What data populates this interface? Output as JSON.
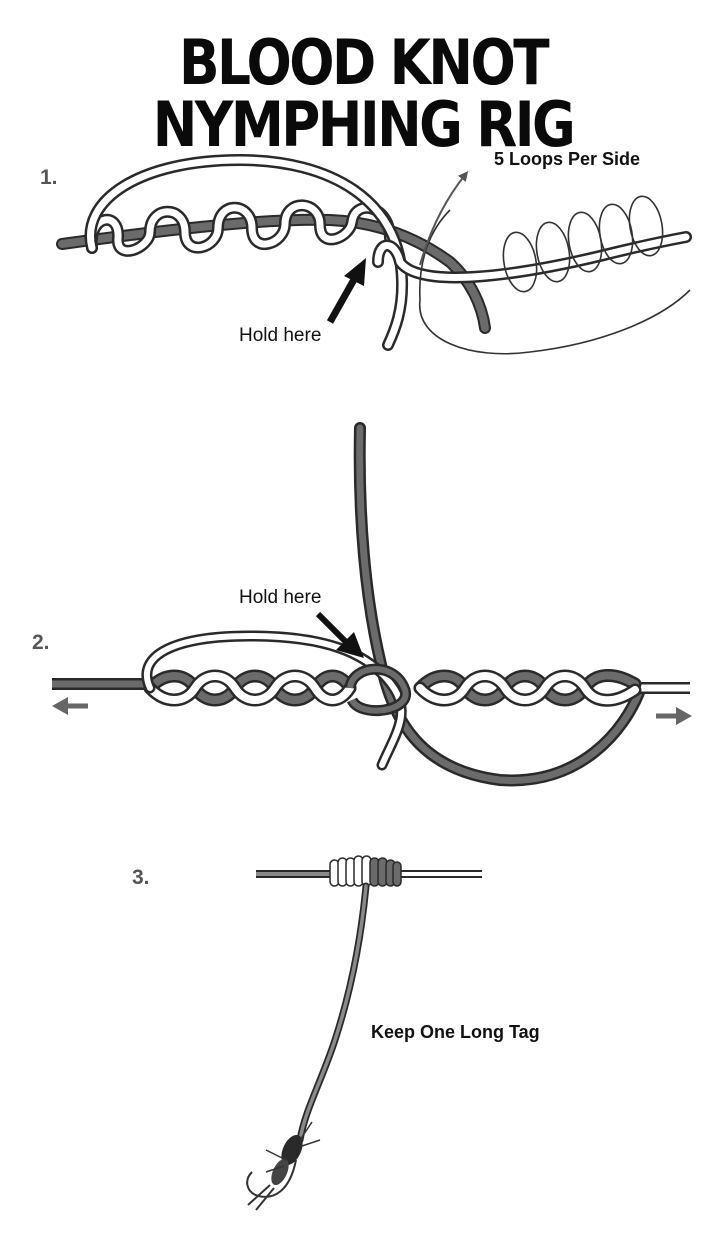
{
  "title": "BLOOD KNOT NYMPHING RIG",
  "steps": [
    {
      "number": "1.",
      "labels": [
        "Hold here",
        "5 Loops Per Side"
      ]
    },
    {
      "number": "2.",
      "labels": [
        "Hold here"
      ]
    },
    {
      "number": "3.",
      "labels": [
        "Keep One Long Tag"
      ]
    }
  ],
  "colors": {
    "dark_line": "#6b6b6b",
    "light_line": "#ffffff",
    "outline": "#2a2a2a",
    "arrow": "#111111",
    "grey_arrow": "#666666"
  },
  "icons": [
    "hold-arrow-icon",
    "pull-left-arrow-icon",
    "pull-right-arrow-icon",
    "nymph-fly-icon"
  ]
}
